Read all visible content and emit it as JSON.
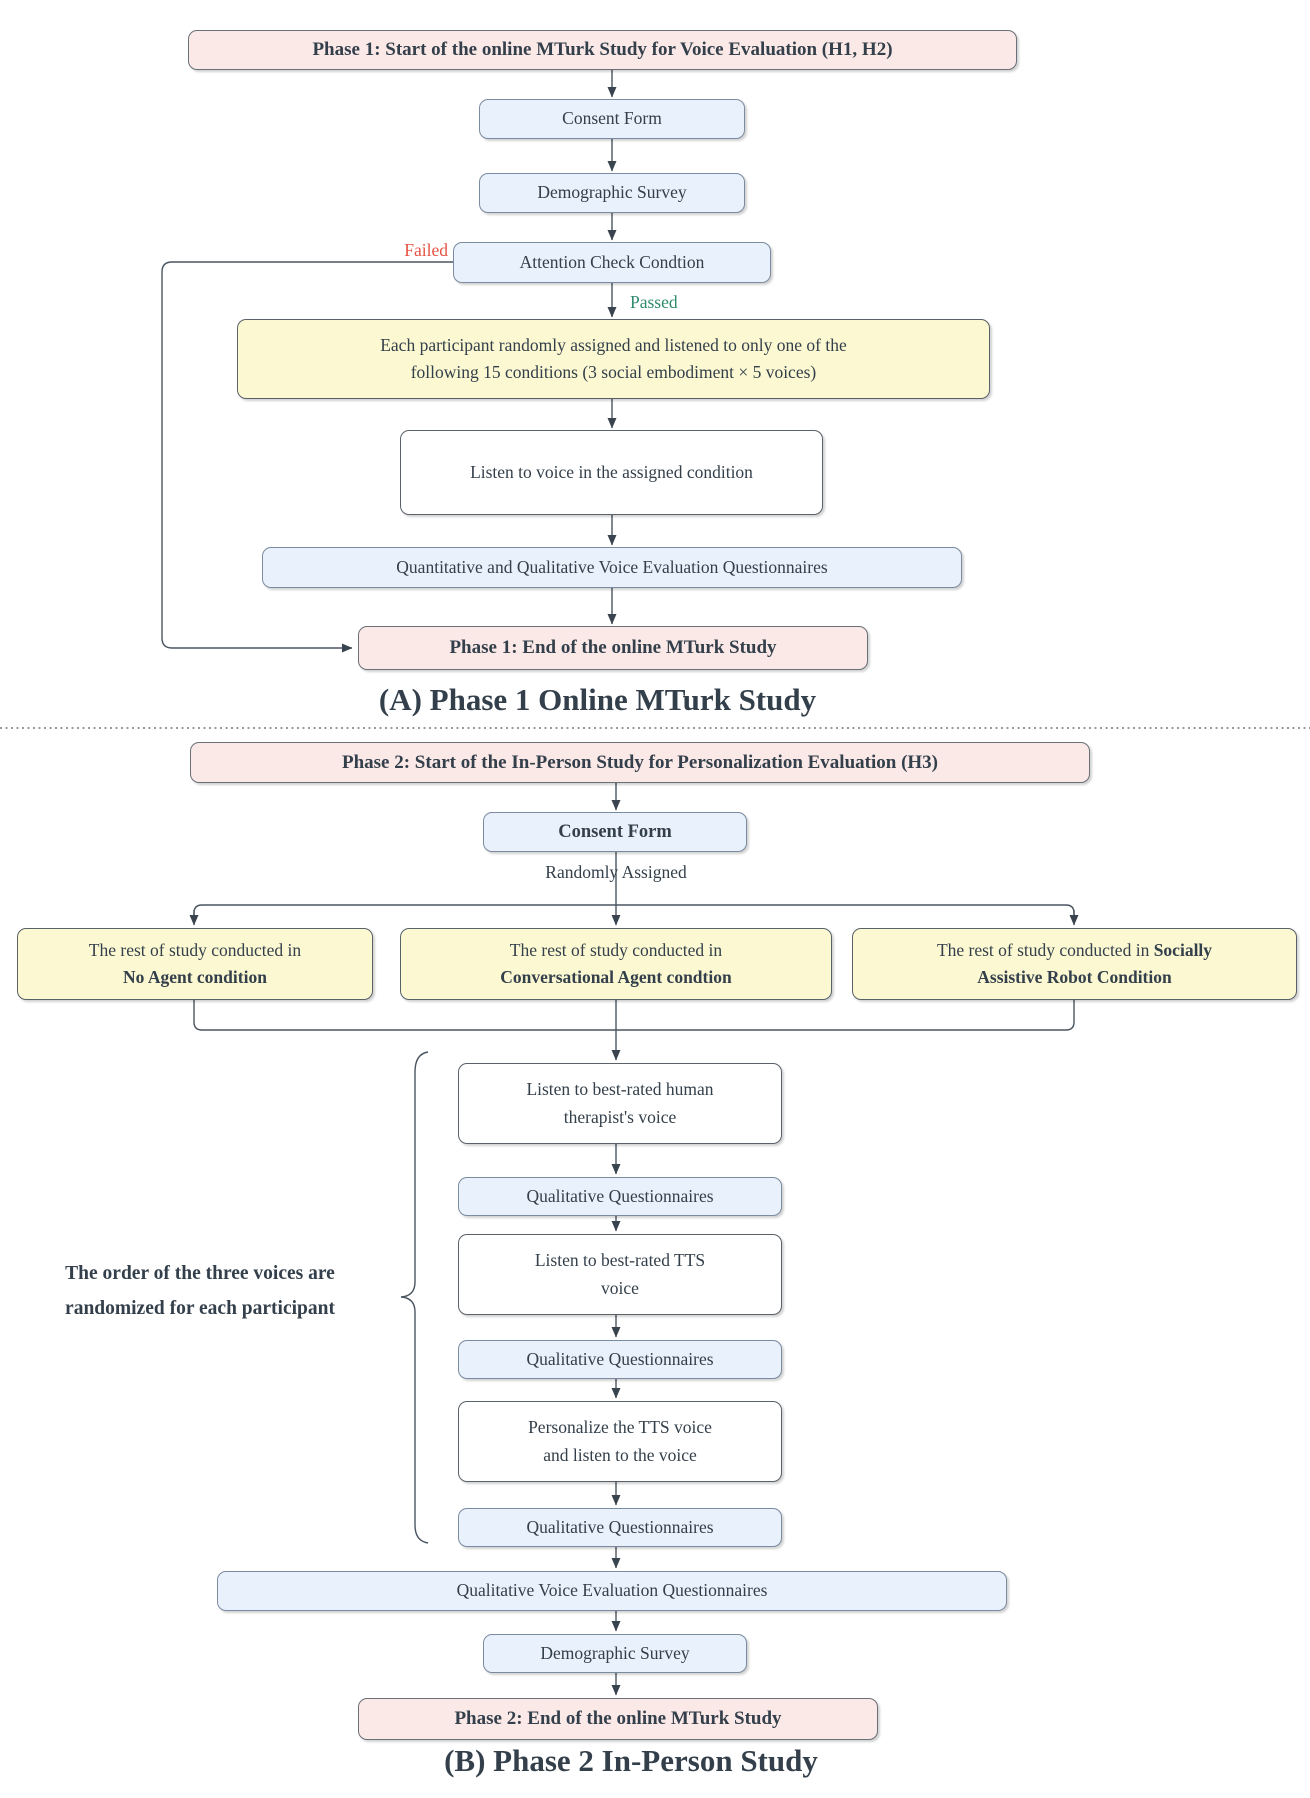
{
  "colors": {
    "start_end_fill": "#fbe9e8",
    "process_fill": "#e9f1fc",
    "condition_fill": "#fbf8d2",
    "plain_fill": "#ffffff",
    "text": "#333f4a",
    "connector": "#4a5560",
    "failed_red": "#e65243",
    "passed_green": "#2e8b6e"
  },
  "phase1": {
    "section_title": "(A) Phase 1 Online MTurk Study",
    "nodes": {
      "start": "Phase 1: Start of the online MTurk Study for Voice Evaluation (H1, H2)",
      "consent": "Consent Form",
      "demographic": "Demographic Survey",
      "attention": "Attention Check Condtion",
      "assign_lines": [
        "Each participant randomly assigned and listened to only one of the",
        "following 15 conditions (3 social embodiment × 5 voices)"
      ],
      "listen": "Listen to voice in the assigned condition",
      "questionnaires": "Quantitative and Qualitative Voice Evaluation Questionnaires",
      "end": "Phase 1: End of the online MTurk Study"
    },
    "edge_labels": {
      "failed": "Failed",
      "passed": "Passed"
    }
  },
  "phase2": {
    "section_title": "(B) Phase 2 In-Person Study",
    "nodes": {
      "start": "Phase 2: Start of the In-Person Study for Personalization Evaluation (H3)",
      "consent": "Consent Form",
      "listen_human_lines": [
        "Listen to best-rated human",
        "therapist's voice"
      ],
      "qual1": "Qualitative Questionnaires",
      "listen_tts_lines": [
        "Listen to best-rated TTS",
        "voice"
      ],
      "qual2": "Qualitative Questionnaires",
      "personalize_lines": [
        "Personalize the TTS voice",
        "and listen to the voice"
      ],
      "qual3": "Qualitative Questionnaires",
      "voice_eval": "Qualitative Voice Evaluation Questionnaires",
      "demographic": "Demographic Survey",
      "end": "Phase 2: End of the online MTurk Study"
    },
    "edge_labels": {
      "randomly_assigned": "Randomly Assigned"
    },
    "branches": [
      {
        "line1": "The rest of study conducted in ",
        "line1_bold": "",
        "line2_bold": "No Agent condition"
      },
      {
        "line1": "The rest of study conducted in ",
        "line1_bold": "",
        "line2_bold": "Conversational Agent condtion"
      },
      {
        "line1": "The rest of study conducted in ",
        "line1_bold": "Socially",
        "line2_bold": "Assistive Robot Condition"
      }
    ],
    "order_note_lines": [
      "The order of the three voices are",
      "randomized for each participant"
    ]
  }
}
